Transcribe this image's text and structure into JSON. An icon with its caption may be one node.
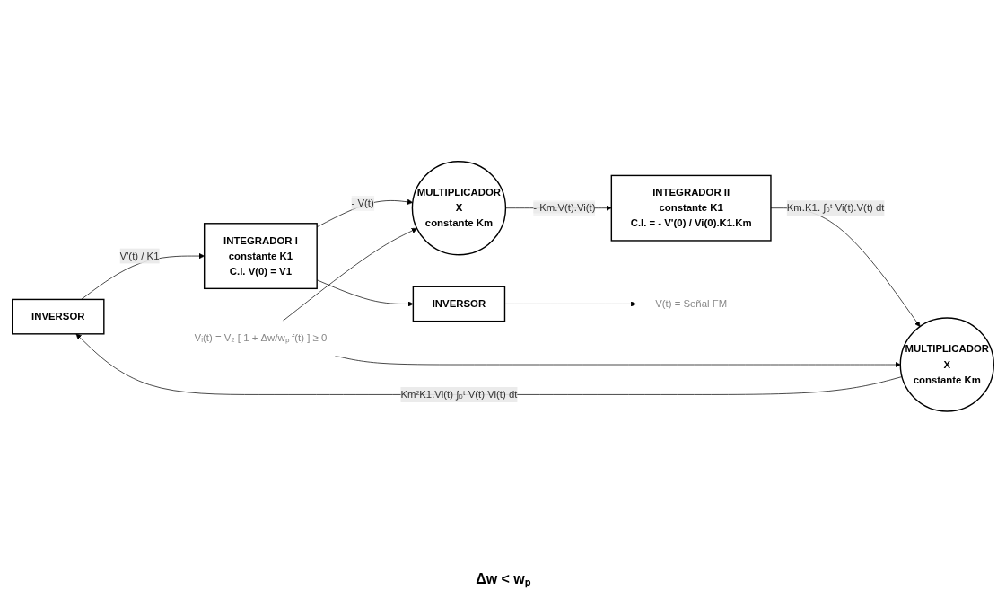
{
  "diagram": {
    "nodes": [
      {
        "text": [
          "INVERSOR"
        ]
      },
      {
        "text": [
          "INTEGRADOR I",
          "constante K1",
          "C.I. V(0) = V1"
        ]
      },
      {
        "text": [
          "MULTIPLICADOR",
          "X",
          "constante Km"
        ]
      },
      {
        "text": [
          "INTEGRADOR II",
          "constante K1",
          "C.I. = - V'(0) / Vi(0).K1.Km"
        ]
      },
      {
        "text": [
          "MULTIPLICADOR",
          "X",
          "constante Km"
        ]
      },
      {
        "text": [
          "INVERSOR"
        ]
      },
      {
        "text": [
          "V(t) = Señal FM"
        ]
      },
      {
        "text": [
          "Vᵢ(t) = V₂ [ 1 + Δw/wₚ f(t) ] ≥ 0"
        ]
      }
    ],
    "edges": [
      {
        "from": 0,
        "to": 1,
        "arrow": "to",
        "label": "V'(t) / K1"
      },
      {
        "from": 1,
        "to": 2,
        "arrow": "to",
        "label": "- V(t)"
      },
      {
        "from": 1,
        "to": 5,
        "arrow": "to"
      },
      {
        "from": 2,
        "to": 3,
        "arrow": "to",
        "label": "- Km.V(t).Vi(t)"
      },
      {
        "from": 3,
        "to": 4,
        "arrow": "to",
        "label": "Km.K1. ∫₀ᵗ Vi(t).V(t) dt"
      },
      {
        "from": 4,
        "to": 0,
        "arrow": "to",
        "label": "Km²K1.Vi(t) ∫₀ᵗ V(t) Vi(t) dt"
      },
      {
        "from": 5,
        "to": 6,
        "arrow": "to"
      },
      {
        "from": 7,
        "to": 2,
        "arrow": "to"
      },
      {
        "from": 7,
        "to": 4,
        "arrow": "to"
      }
    ],
    "labels": [
      "Δw < wₚ"
    ]
  }
}
